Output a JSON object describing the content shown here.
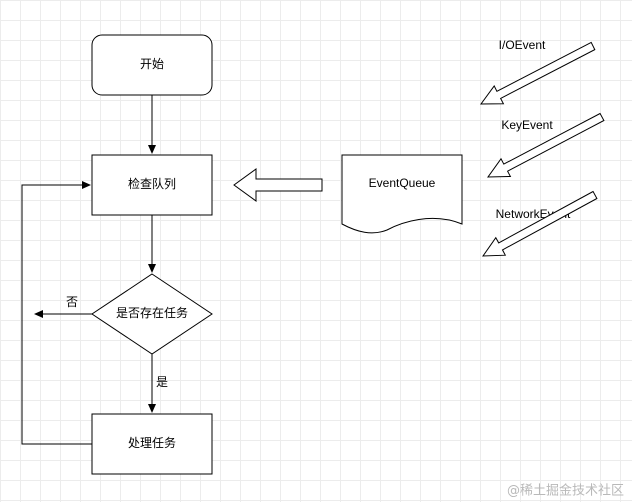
{
  "flowchart": {
    "start": "开始",
    "check_queue": "检查队列",
    "has_task": "是否存在任务",
    "process_task": "处理任务",
    "yes_label": "是",
    "no_label": "否"
  },
  "queue": {
    "label": "EventQueue"
  },
  "events": [
    {
      "label": "I/OEvent"
    },
    {
      "label": "KeyEvent"
    },
    {
      "label": "NetworkEvent"
    }
  ],
  "watermark": "@稀土掘金技术社区"
}
